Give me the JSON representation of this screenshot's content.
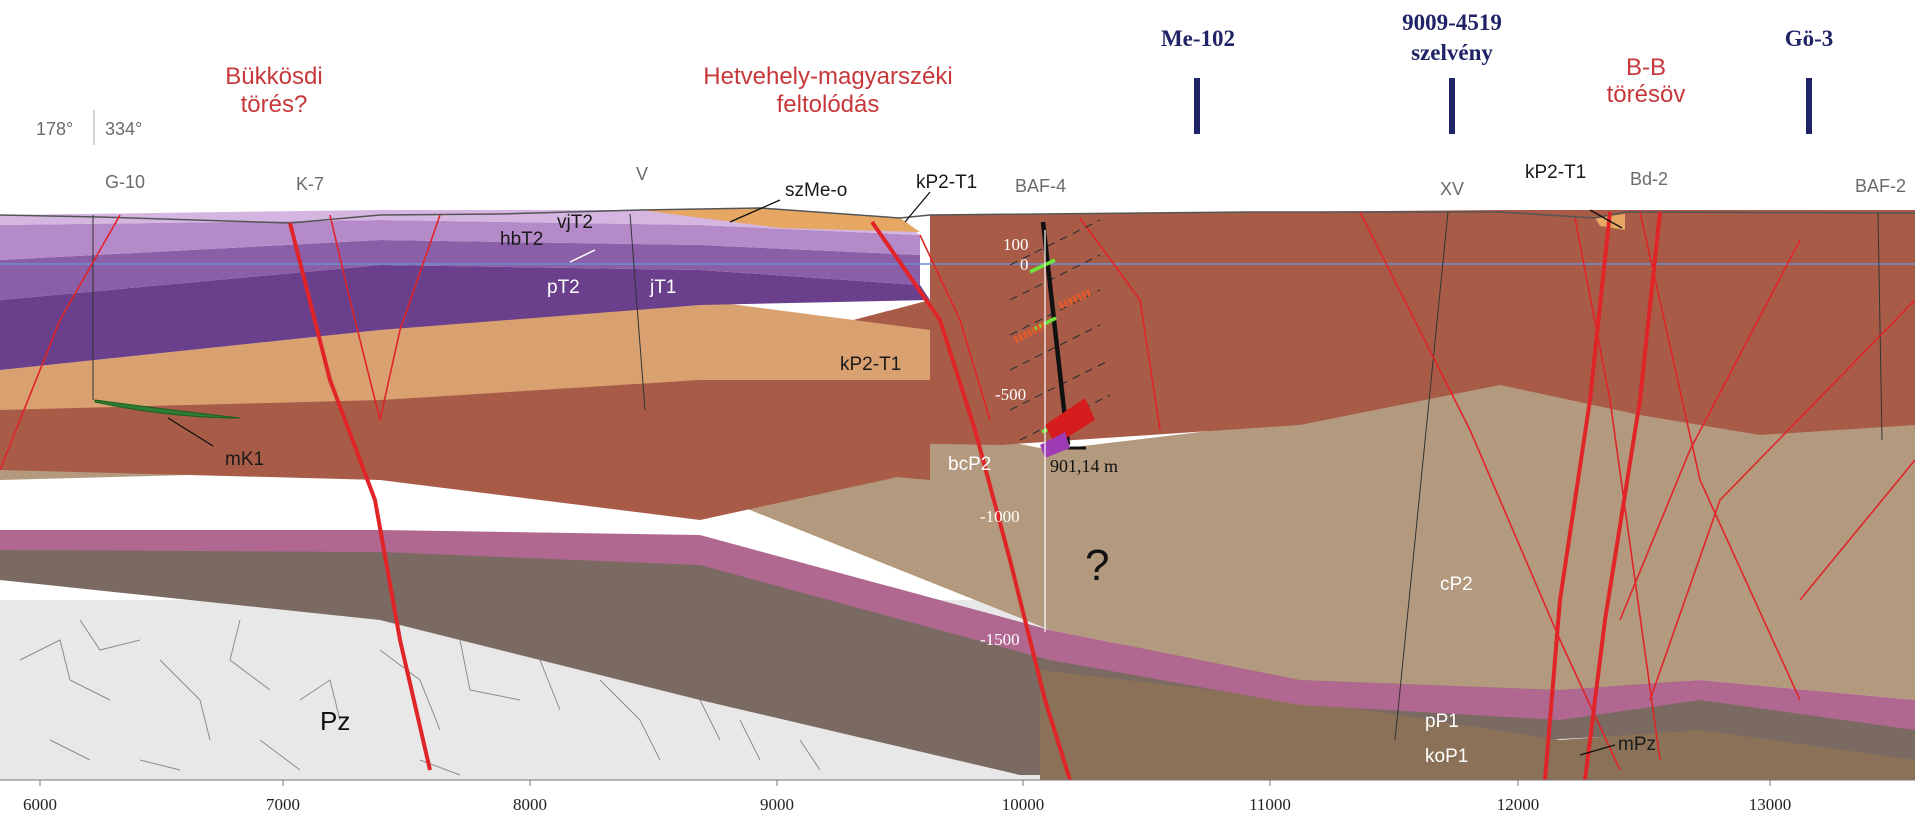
{
  "faults": {
    "bukkosdi_line1": "Bükkösdi",
    "bukkosdi_line2": "törés?",
    "hetvehely_line1": "Hetvehely-magyarszéki",
    "hetvehely_line2": "feltolódás",
    "bb_line1": "B-B",
    "bb_line2": "törésöv"
  },
  "markers": {
    "me102": "Me-102",
    "seismic_line1": "9009-4519",
    "seismic_line2": "szelvény",
    "go3": "Gö-3"
  },
  "orientation": {
    "left": "178°",
    "right": "334°"
  },
  "wells": [
    "G-10",
    "K-7",
    "V",
    "BAF-4",
    "XV",
    "Bd-2",
    "BAF-2"
  ],
  "units": {
    "m_eo": "szMe-o",
    "kp2t1_top": "kP2-T1",
    "kp2t1_right": "kP2-T1",
    "kp2t1_mid": "kP2-T1",
    "hbt2": "hbT2",
    "vjt2": "vjT2",
    "pt2": "pT2",
    "jt1": "jT1",
    "mk1": "mK1",
    "bcp2": "bcP2",
    "cp2": "cP2",
    "pp1": "pP1",
    "kop1": "koP1",
    "mpz": "mPz",
    "pz": "Pz"
  },
  "baf4_depth": {
    "ticks": [
      "100",
      "0",
      "-500",
      "-1000",
      "-1500"
    ],
    "total_depth": "901,14 m"
  },
  "unknown_mark": "?",
  "x_axis": {
    "ticks": [
      "6000",
      "7000",
      "8000",
      "9000",
      "10000",
      "11000",
      "12000",
      "13000"
    ]
  },
  "colors": {
    "fault_red": "#e02428",
    "marker_navy": "#1f2466",
    "brown_bcP2": "#a85c48",
    "tan_cP2": "#b39a7e",
    "orange_kP2T1": "#d9a070",
    "purple_T": "#6a3f8c",
    "magenta_pP1": "#b06890",
    "gray_brown_koP1": "#7a6a62",
    "basement_Pz": "#e6e6e6"
  }
}
